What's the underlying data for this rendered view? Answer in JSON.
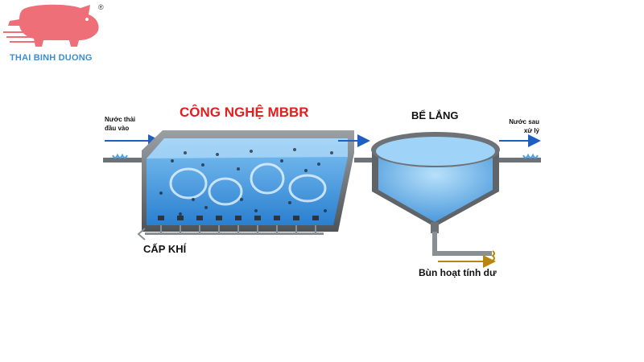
{
  "brand": {
    "name": "THAI BINH DUONG",
    "registered": "®",
    "logo_icon": "pig-logo-icon",
    "colors": {
      "pig": "#ee6f78",
      "text": "#3a8fd1"
    }
  },
  "diagram": {
    "title": "CÔNG NGHỆ MBBR",
    "settling_tank_label": "BỂ LẮNG",
    "inflow_label_lines": [
      "Nước thải",
      "đầu vào"
    ],
    "outflow_label_lines": [
      "Nước sau",
      "xử lý"
    ],
    "air_supply_label": "CẤP KHÍ",
    "sludge_label": "Bùn hoạt tính dư",
    "colors": {
      "title": "#e41d1d",
      "water": "#3e95e0",
      "arrow": "#1f5fbf",
      "sludge_arrow": "#b8860b",
      "tank_wall": "#6d7278"
    }
  }
}
